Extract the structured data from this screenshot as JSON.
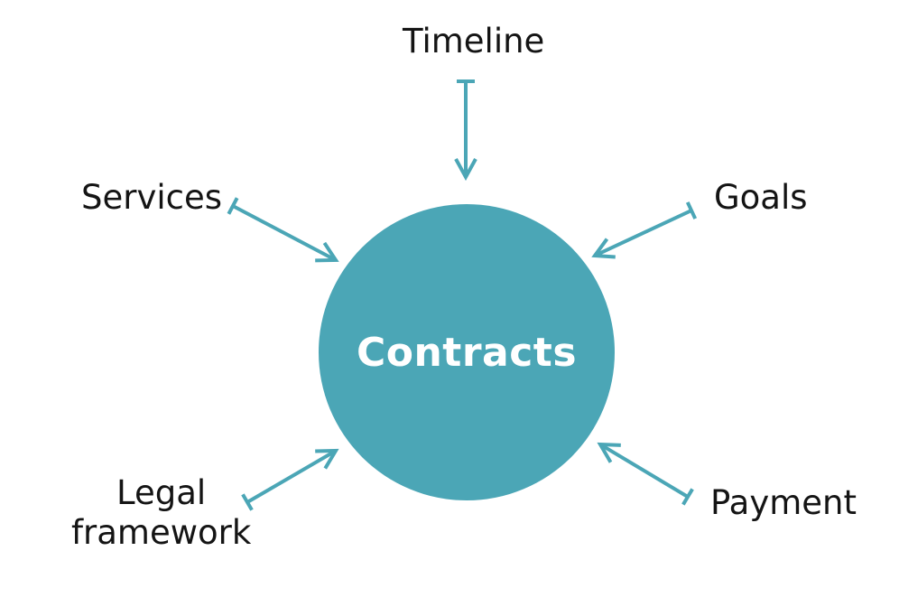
{
  "colors": {
    "accent": "#4ba6b6",
    "text": "#141414",
    "hub_text": "#ffffff"
  },
  "diagram": {
    "center": {
      "label": "Contracts"
    },
    "nodes": [
      {
        "id": "timeline",
        "label": "Timeline"
      },
      {
        "id": "services",
        "label": "Services"
      },
      {
        "id": "goals",
        "label": "Goals"
      },
      {
        "id": "legal-framework",
        "label": "Legal\nframework"
      },
      {
        "id": "payment",
        "label": "Payment"
      }
    ]
  }
}
